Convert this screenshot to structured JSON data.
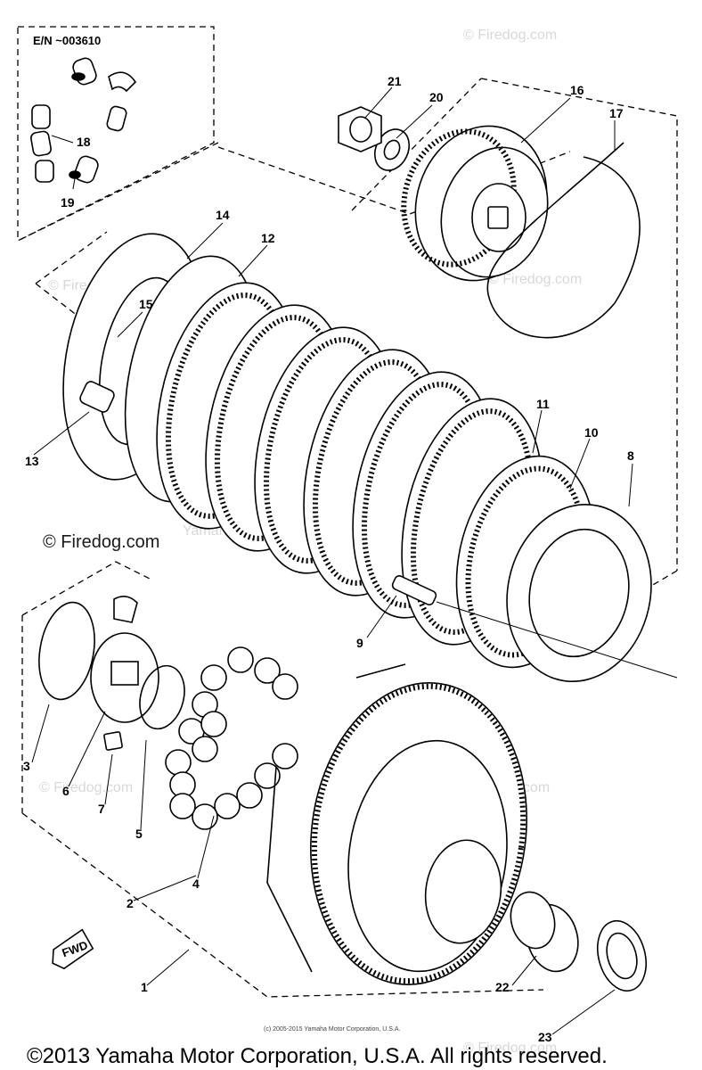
{
  "header": {
    "serial_note": "E/N ~003610"
  },
  "callouts": [
    {
      "id": "1",
      "text": "1"
    },
    {
      "id": "2",
      "text": "2"
    },
    {
      "id": "3",
      "text": "3"
    },
    {
      "id": "4",
      "text": "4"
    },
    {
      "id": "5",
      "text": "5"
    },
    {
      "id": "6",
      "text": "6"
    },
    {
      "id": "7",
      "text": "7"
    },
    {
      "id": "8",
      "text": "8"
    },
    {
      "id": "9",
      "text": "9"
    },
    {
      "id": "10",
      "text": "10"
    },
    {
      "id": "11",
      "text": "11"
    },
    {
      "id": "12",
      "text": "12"
    },
    {
      "id": "13",
      "text": "13"
    },
    {
      "id": "14",
      "text": "14"
    },
    {
      "id": "15",
      "text": "15"
    },
    {
      "id": "16",
      "text": "16"
    },
    {
      "id": "17",
      "text": "17"
    },
    {
      "id": "18",
      "text": "18"
    },
    {
      "id": "19",
      "text": "19"
    },
    {
      "id": "20",
      "text": "20"
    },
    {
      "id": "21",
      "text": "21"
    },
    {
      "id": "22",
      "text": "22"
    },
    {
      "id": "23",
      "text": "23"
    }
  ],
  "direction_badge": "FWD",
  "watermarks": {
    "light": "© Firedog.com",
    "dark": "© Firedog.com",
    "faint_center": "Yamaha Motor Corp., U.S.A."
  },
  "small_copyright": "(c) 2005-2015 Yamaha Motor Corporation, U.S.A.",
  "footer": {
    "copyright": "©2013 Yamaha Motor Corporation, U.S.A. All rights reserved."
  }
}
